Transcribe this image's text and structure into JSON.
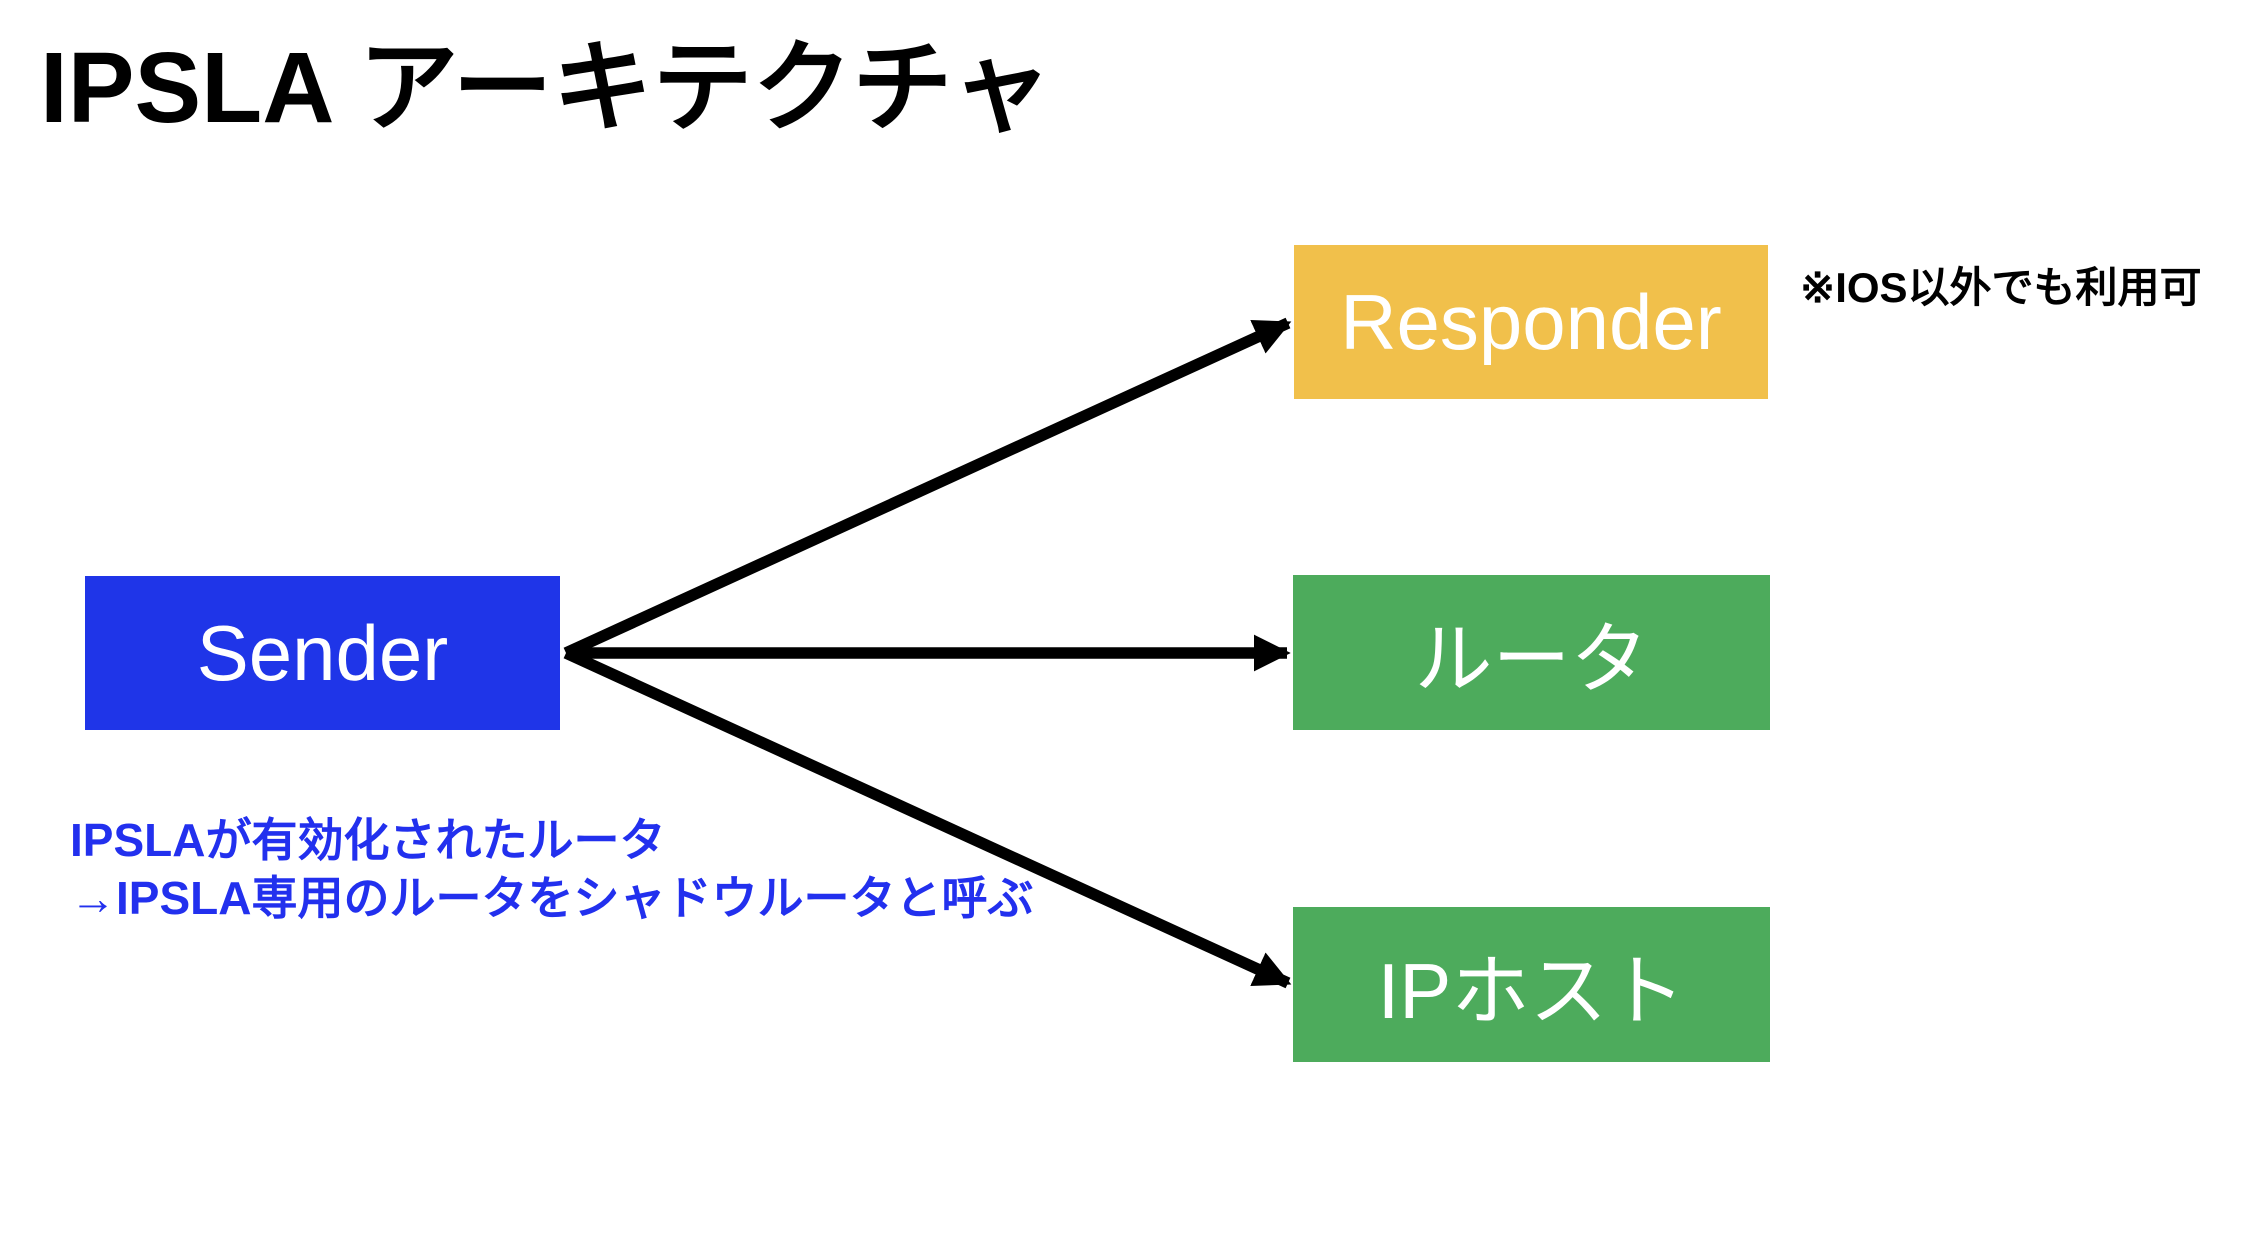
{
  "title": "IPSLA アーキテクチャ",
  "nodes": {
    "sender": {
      "label": "Sender",
      "color": "#1F35E8"
    },
    "responder": {
      "label": "Responder",
      "color": "#F1C04B"
    },
    "router": {
      "label": "ルータ",
      "color": "#4DAB5C"
    },
    "ip_host": {
      "label": "IPホスト",
      "color": "#4DAB5C"
    }
  },
  "edges": [
    {
      "from": "sender",
      "to": "responder"
    },
    {
      "from": "sender",
      "to": "router"
    },
    {
      "from": "sender",
      "to": "ip_host"
    }
  ],
  "annotations": {
    "responder_note": "※IOS以外でも利用可",
    "sender_caption": [
      "IPSLAが有効化されたルータ",
      "→IPSLA専用のルータをシャドウルータと呼ぶ"
    ]
  },
  "colors": {
    "arrow": "#000000",
    "caption_text": "#2230EE",
    "title_text": "#000000",
    "node_label_text": "#FFFFFF",
    "background": "#FFFFFF"
  }
}
